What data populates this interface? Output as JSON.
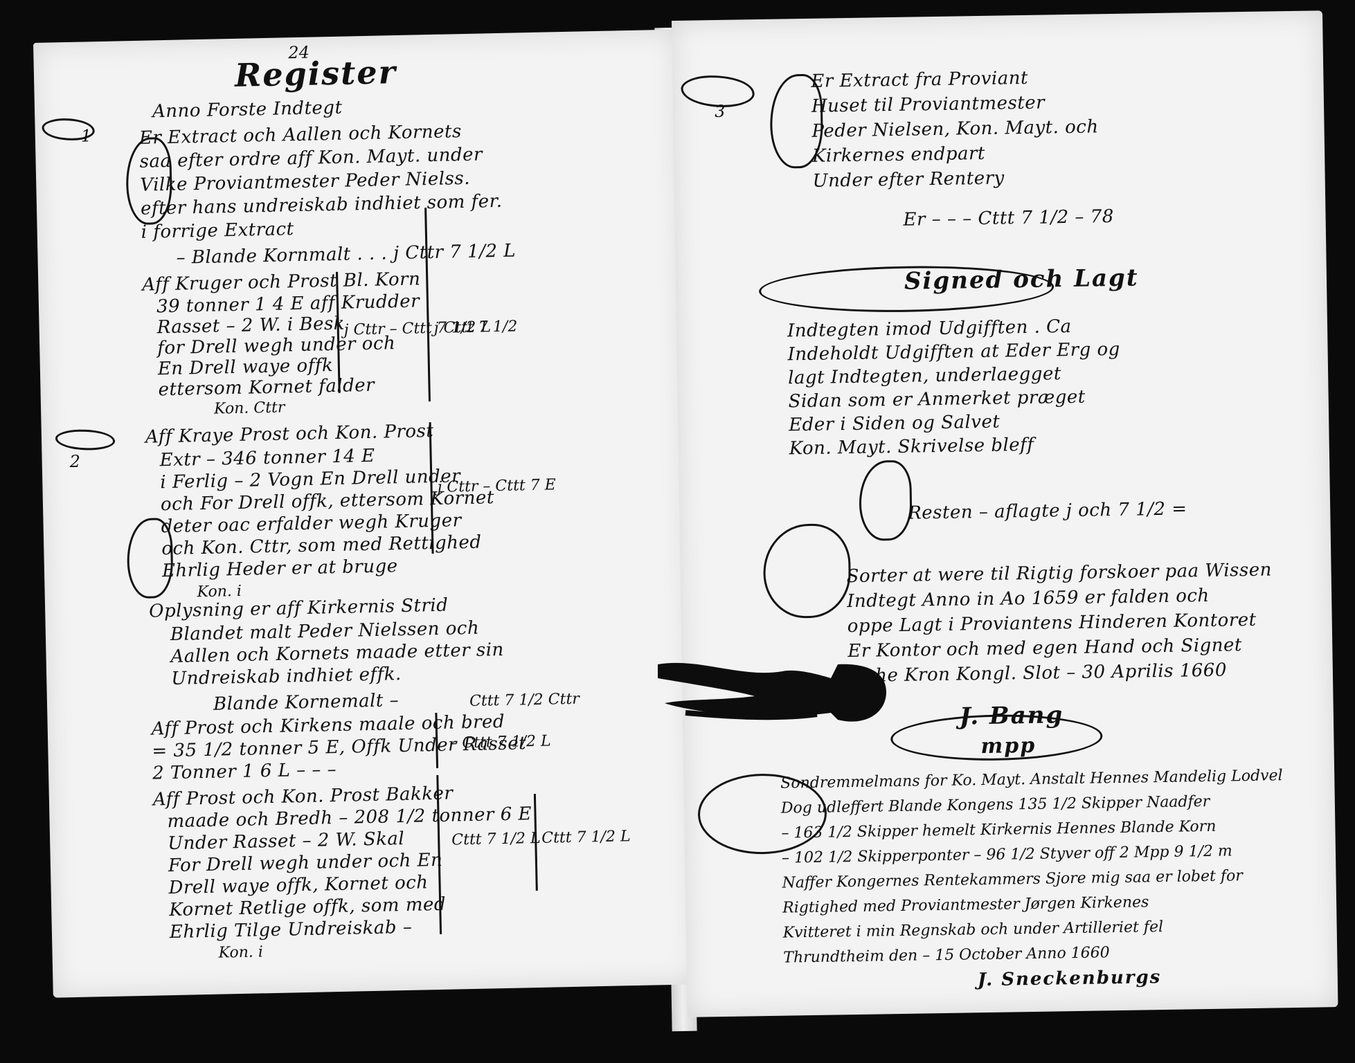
{
  "left_page": {
    "folio": "24",
    "heading": "Register",
    "margin_marks": [
      "1",
      "2"
    ],
    "lines": [
      "Anno Forste Indtegt",
      "Er Extract och Aallen och Kornets",
      "saa efter ordre aff Kon. Mayt. under",
      "Vilke Proviantmester Peder Nielss.",
      "efter hans undreiskab indhiet som fer.",
      "i forrige Extract"
    ],
    "entries": [
      "– Blande Kornmalt . . . j Cttr 7 1/2 L",
      "Aff Kruger och Prost Bl. Korn",
      "39 tonner 1 4 E aff Krudder",
      "Rasset – 2 W. i Besk",
      "for Drell wegh under och",
      "En Drell waye offk",
      "ettersom Kornet falder",
      "Kon. Cttr",
      "Aff Kraye Prost och Kon. Prost",
      "Extr – 346 tonner 14 E",
      "i Ferlig – 2 Vogn En Drell under",
      "och For Drell offk, ettersom Kornet",
      "deter oac erfalder wegh Kruger",
      "och Kon. Cttr, som med Rettighed",
      "Ehrlig Heder er at bruge",
      "Kon. i",
      "Oplysning er aff Kirkernis Strid",
      "Blandet malt Peder Nielssen och",
      "Aallen och Kornets maade etter sin",
      "Undreiskab indhiet effk.",
      "Blande Kornemalt –",
      "Aff Prost och Kirkens maale och bred",
      "= 35 1/2 tonner 5 E, Offk Under Rasset",
      "2 Tonner 1 6 L – – –",
      "Aff Prost och Kon. Prost Bakker",
      "maade och Bredh – 208 1/2 tonner 6 E",
      "Under Rasset – 2 W. Skal",
      "For Drell wegh under och En",
      "Drell waye offk, Kornet och",
      "Kornet Retlige offk, som med",
      "Ehrlig Tilge Undreiskab –",
      "Kon. i"
    ],
    "totals": [
      "j Cttr – Cttt 7 1/2 L",
      "j Cttt 7 1/2",
      "j Cttr – Cttt 7 E",
      "Cttt 7 1/2 Cttr",
      "– Cttt 7 1/2 L",
      "Cttt 7 1/2 L",
      "Cttt 7 1/2 L"
    ]
  },
  "right_page": {
    "folio": "3",
    "heading_lines": [
      "Er Extract fra Proviant",
      "Huset til Proviantmester",
      "Peder Nielsen, Kon. Mayt. och",
      "Kirkernes endpart",
      "Under efter Rentery"
    ],
    "heading_total": "Er – – – Cttt 7 1/2 – 78",
    "section_title": "Signed och Lagt",
    "section_lines": [
      "Indtegten imod Udgifften . Ca",
      "Indeholdt Udgifften at Eder Erg og",
      "lagt Indtegten, underlaegget",
      "Sidan som er Anmerket præget",
      "Eder i Siden og Salvet",
      "Kon. Mayt. Skrivelse bleff"
    ],
    "rest_line": "Resten – aflagte j och 7 1/2 =",
    "attest_lines": [
      "Sorter at were til Rigtig forskoer paa Wissen",
      "Indtegt Anno in Ao 1659 er falden och",
      "oppe Lagt i Proviantens Hinderen Kontoret",
      "Er Kontor och med egen Hand och Signet",
      "Hohe Kron Kongl. Slot – 30 Aprilis 1660"
    ],
    "signature_1": "J. Bang",
    "signature_1b": "mpp",
    "note_lines": [
      "Sondremmelmans for Ko. Mayt. Anstalt Hennes Mandelig Lodvel",
      "Dog udleffert Blande Kongens 135 1/2 Skipper Naadfer",
      "– 163 1/2 Skipper hemelt Kirkernis Hennes Blande Korn",
      "– 102 1/2 Skipperponter – 96 1/2 Styver off 2 Mpp 9 1/2 m",
      "Naffer Kongernes Rentekammers Sjore mig saa er lobet for",
      "Rigtighed med Proviantmester Jørgen Kirkenes",
      "Kvitteret i min Regnskab och under Artilleriet fel",
      "Thrundtheim den – 15 October Anno 1660"
    ],
    "signature_2": "J. Sneckenburgs"
  }
}
